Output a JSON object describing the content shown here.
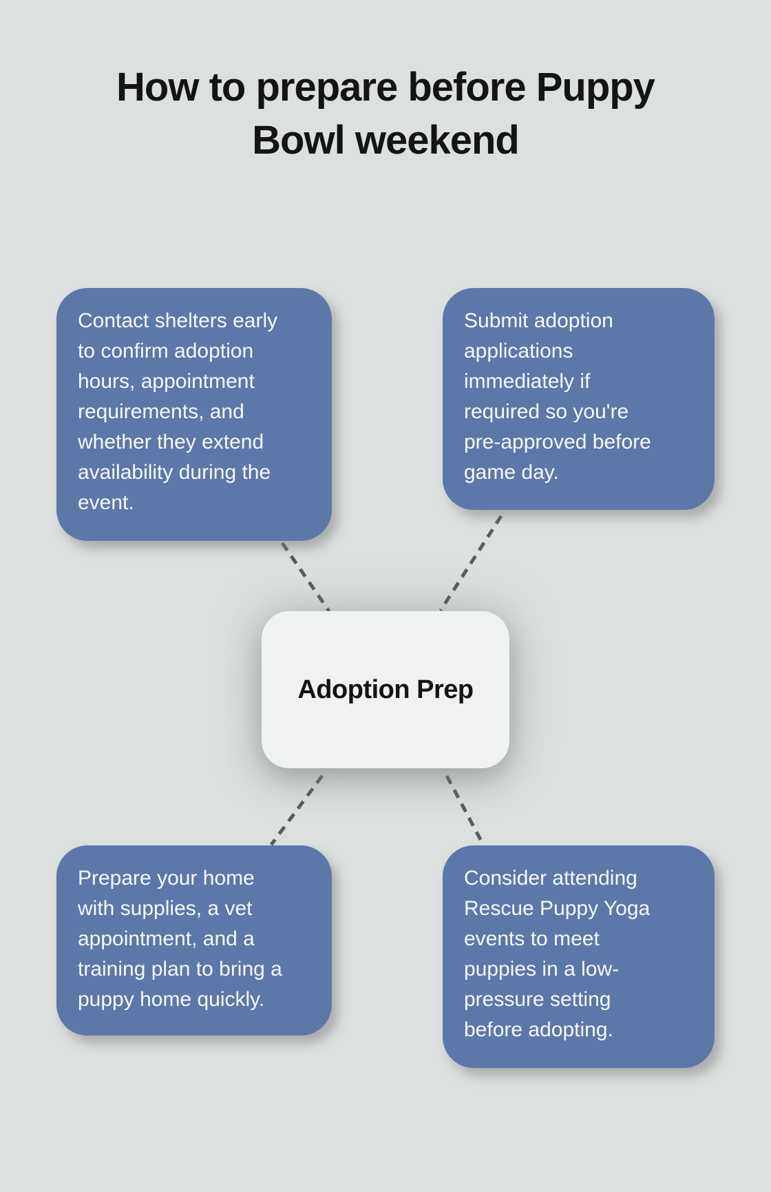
{
  "title": {
    "text": "How to prepare before Puppy Bowl weekend"
  },
  "center_node": {
    "label": "Adoption Prep"
  },
  "cards": [
    {
      "position": "top-left",
      "text": "Contact shelters early\nto confirm adoption\nhours, appointment\nrequirements, and\nwhether they extend\navailability during the\nevent."
    },
    {
      "position": "top-right",
      "text": "Submit adoption\napplications\nimmediately if\nrequired so you're\npre-approved before\ngame day."
    },
    {
      "position": "bottom-left",
      "text": "Prepare your home\nwith supplies, a vet\nappointment, and a\ntraining plan to bring a\npuppy home quickly."
    },
    {
      "position": "bottom-right",
      "text": "Consider attending\nRescue Puppy Yoga\nevents to meet\npuppies in a low-\npressure setting\nbefore adopting."
    }
  ],
  "colors": {
    "background": "#dce0de",
    "node_bg": "#5b78a8",
    "node_text": "#f7f9f9",
    "center_bg": "#f0f2f0",
    "connector": "#575c5c",
    "title_color": "#141414"
  }
}
